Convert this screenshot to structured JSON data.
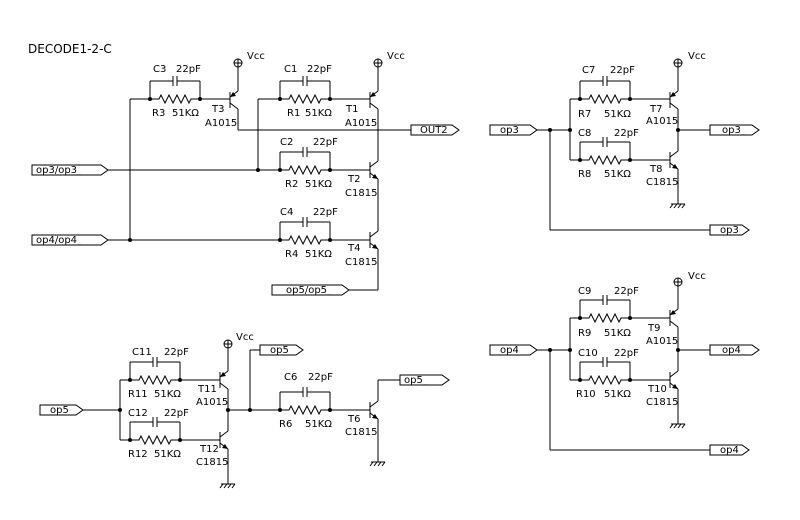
{
  "title": "DECODE1-2-C",
  "vcc": "Vcc",
  "cap_value": "22pF",
  "res_value": "51KΩ",
  "transistors": {
    "T1": {
      "name": "T1",
      "part": "A1015"
    },
    "T2": {
      "name": "T2",
      "part": "C1815"
    },
    "T3": {
      "name": "T3",
      "part": "A1015"
    },
    "T4": {
      "name": "T4",
      "part": "C1815"
    },
    "T6": {
      "name": "T6",
      "part": "C1815"
    },
    "T7": {
      "name": "T7",
      "part": "A1015"
    },
    "T8": {
      "name": "T8",
      "part": "C1815"
    },
    "T9": {
      "name": "T9",
      "part": "A1015"
    },
    "T10": {
      "name": "T10",
      "part": "C1815"
    },
    "T11": {
      "name": "T11",
      "part": "A1015"
    },
    "T12": {
      "name": "T12",
      "part": "C1815"
    }
  },
  "caps": {
    "C1": "C1",
    "C2": "C2",
    "C3": "C3",
    "C4": "C4",
    "C6": "C6",
    "C7": "C7",
    "C8": "C8",
    "C9": "C9",
    "C10": "C10",
    "C11": "C11",
    "C12": "C12"
  },
  "resistors": {
    "R1": "R1",
    "R2": "R2",
    "R3": "R3",
    "R4": "R4",
    "R6": "R6",
    "R7": "R7",
    "R8": "R8",
    "R9": "R9",
    "R10": "R10",
    "R11": "R11",
    "R12": "R12"
  },
  "ports": {
    "op3_op3_": "op3/op3_",
    "op4_op4_": "op4/op4_",
    "op5_op5_": "op5/op5_",
    "out2": "OUT2",
    "op3": "op3",
    "op3_": "op3_",
    "op4": "op4",
    "op4_": "op4_",
    "op5": "op5",
    "op5_": "op5_"
  }
}
